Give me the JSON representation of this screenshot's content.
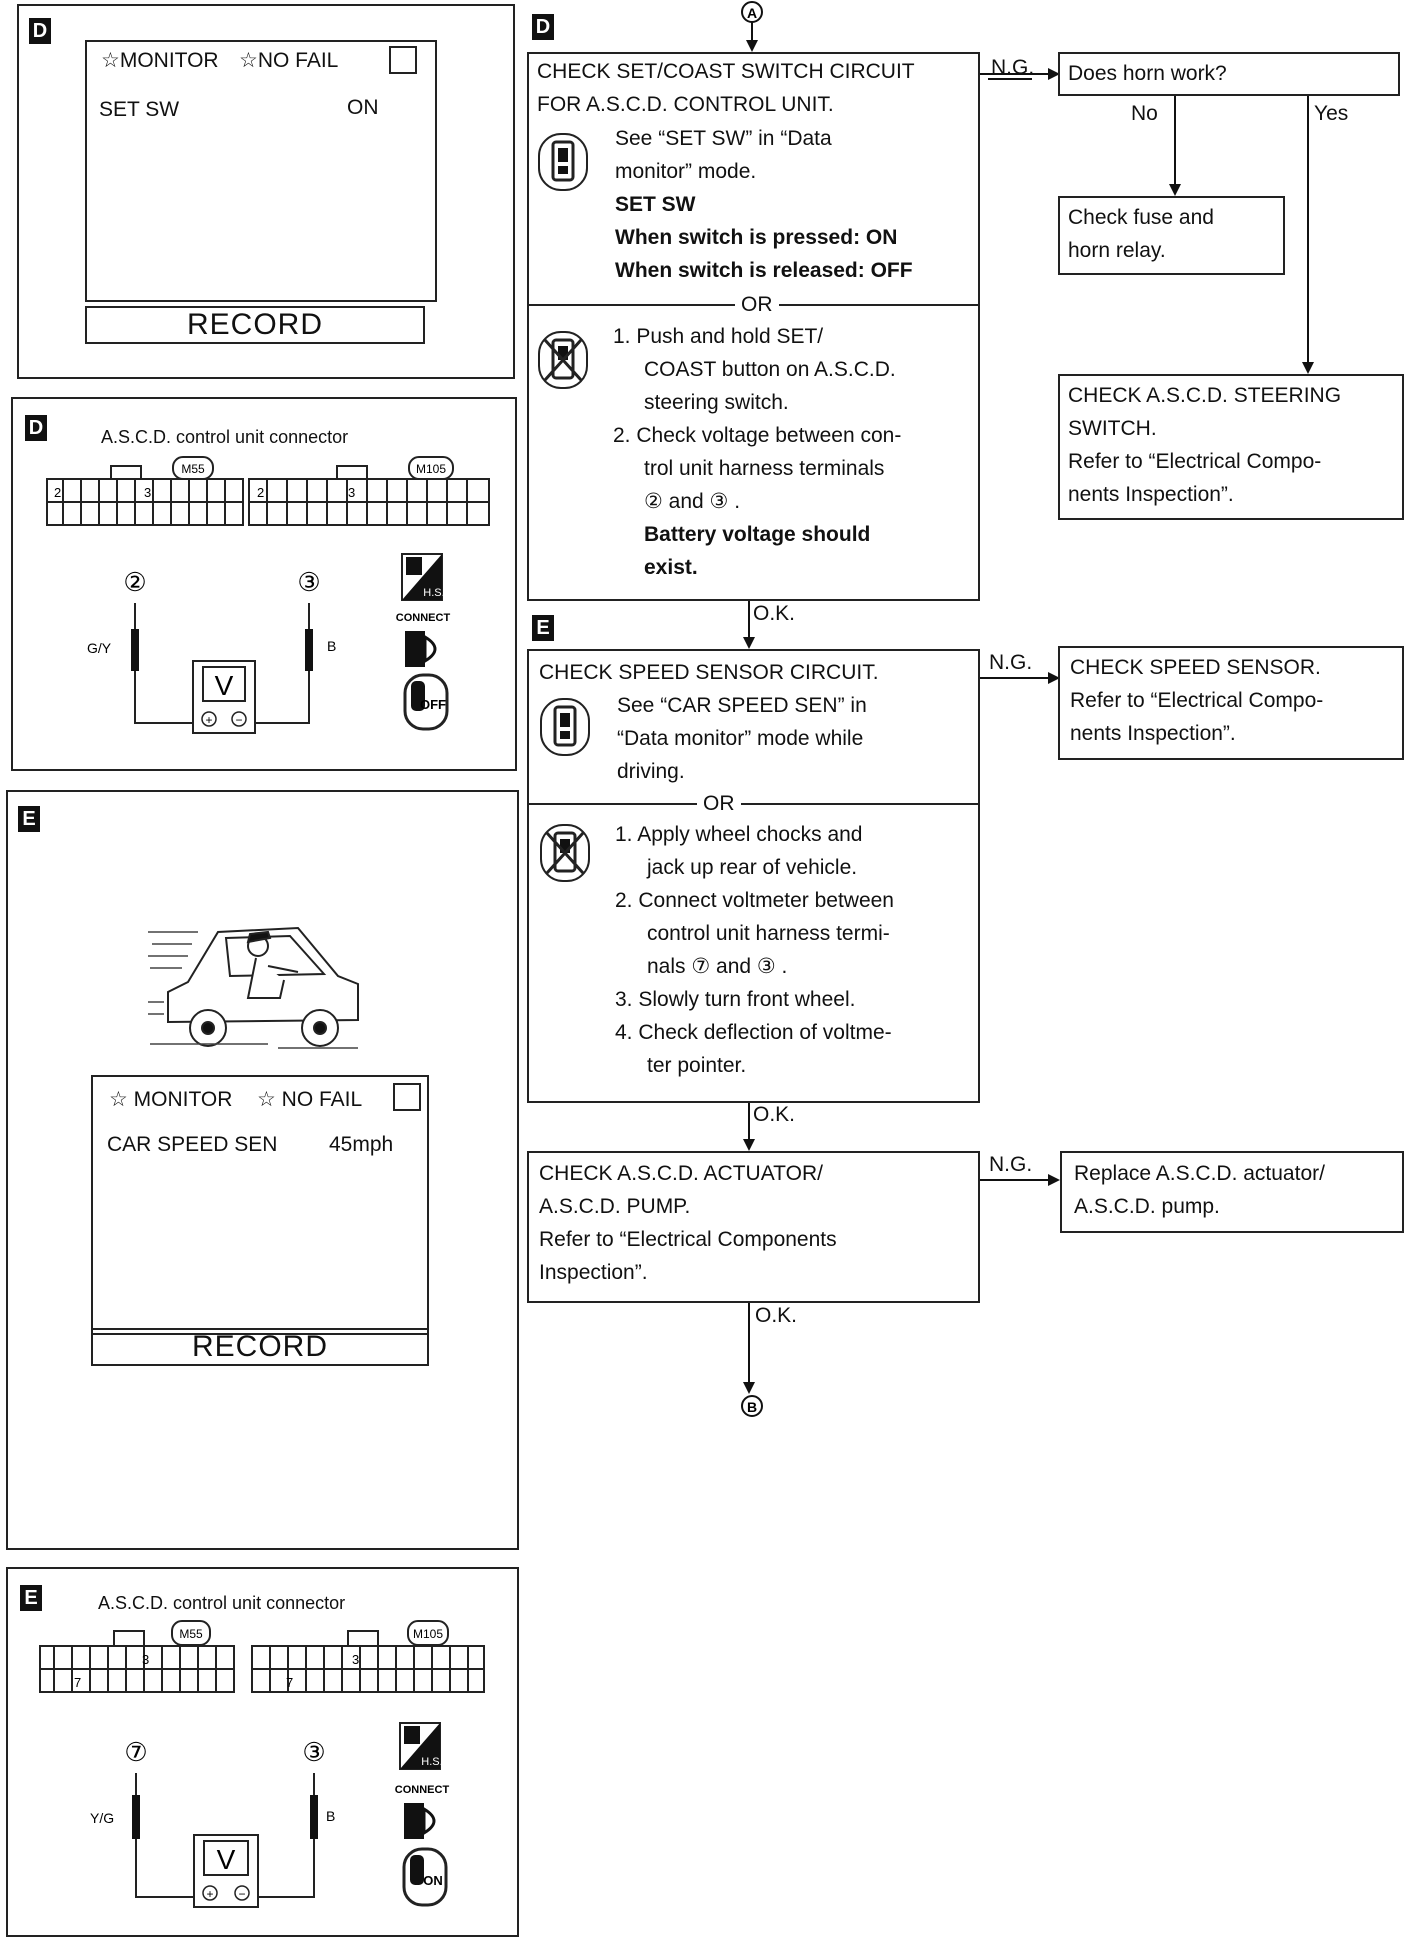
{
  "left": {
    "panel_d_monitor": {
      "badge": "D",
      "monitor_label": "☆MONITOR",
      "nofail_label": "☆NO FAIL",
      "item": "SET SW",
      "value": "ON",
      "record_label": "RECORD"
    },
    "panel_d_connector": {
      "badge": "D",
      "title": "A.S.C.D. control unit connector",
      "conn_a_id": "M55",
      "conn_b_id": "M105",
      "terms_a": [
        "2",
        "3"
      ],
      "terms_b": [
        "2",
        "3"
      ],
      "probe_left_num": "②",
      "probe_right_num": "③",
      "wire_left": "G/Y",
      "wire_right": "B",
      "meter": "V",
      "hs": "H.S.",
      "connect": "CONNECT",
      "ignition": "OFF"
    },
    "panel_e_monitor": {
      "badge": "E",
      "monitor_label": "☆ MONITOR",
      "nofail_label": "☆ NO FAIL",
      "item": "CAR SPEED SEN",
      "value": "45mph",
      "record_label": "RECORD"
    },
    "panel_e_connector": {
      "badge": "E",
      "title": "A.S.C.D. control unit connector",
      "conn_a_id": "M55",
      "conn_b_id": "M105",
      "terms_a": [
        "7",
        "3"
      ],
      "terms_b": [
        "7",
        "3"
      ],
      "probe_left_num": "⑦",
      "probe_right_num": "③",
      "wire_left": "Y/G",
      "wire_right": "B",
      "meter": "V",
      "hs": "H.S.",
      "connect": "CONNECT",
      "ignition": "ON"
    }
  },
  "flow": {
    "entry_node": "A",
    "exit_node": "B",
    "step_d_badge": "D",
    "step_e_badge": "E",
    "box_d": {
      "title_1": "CHECK SET/COAST SWITCH CIRCUIT",
      "title_2": "FOR A.S.C.D. CONTROL UNIT.",
      "see_1": "See “SET SW” in “Data",
      "see_2": "monitor” mode.",
      "b1": "SET SW",
      "b2": "When switch is pressed: ON",
      "b3": "When switch is released: OFF",
      "or": "OR",
      "s1a": "1.  Push and hold SET/",
      "s1b": "COAST button on A.S.C.D.",
      "s1c": "steering switch.",
      "s2a": "2.  Check voltage between con-",
      "s2b": "trol unit harness terminals",
      "s2c": "②  and  ③ .",
      "s3a": "Battery voltage should",
      "s3b": "exist."
    },
    "ok_label": "O.K.",
    "ng_label": "N.G.",
    "horn_box": "Does horn work?",
    "no_label": "No",
    "yes_label": "Yes",
    "fuse_box_1": "Check fuse and",
    "fuse_box_2": "horn relay.",
    "steer_box_1": "CHECK A.S.C.D. STEERING",
    "steer_box_2": "SWITCH.",
    "steer_box_3": "Refer to “Electrical Compo-",
    "steer_box_4": "nents Inspection”.",
    "box_e": {
      "title": "CHECK SPEED SENSOR CIRCUIT.",
      "see_1": "See “CAR SPEED SEN” in",
      "see_2": "“Data monitor” mode while",
      "see_3": "driving.",
      "or": "OR",
      "s1a": "1.  Apply wheel chocks and",
      "s1b": "jack up rear of vehicle.",
      "s2a": "2.  Connect voltmeter between",
      "s2b": "control unit harness termi-",
      "s2c": "nals  ⑦  and  ③ .",
      "s3": "3.  Slowly turn front wheel.",
      "s4a": "4.  Check deflection of voltme-",
      "s4b": "ter pointer."
    },
    "speed_box_1": "CHECK SPEED SENSOR.",
    "speed_box_2": "Refer to “Electrical Compo-",
    "speed_box_3": "nents Inspection”.",
    "box_act": {
      "l1": "CHECK A.S.C.D. ACTUATOR/",
      "l2": "A.S.C.D. PUMP.",
      "l3": "Refer to “Electrical Components",
      "l4": "Inspection”."
    },
    "replace_box_1": "Replace A.S.C.D. actuator/",
    "replace_box_2": "A.S.C.D. pump."
  }
}
